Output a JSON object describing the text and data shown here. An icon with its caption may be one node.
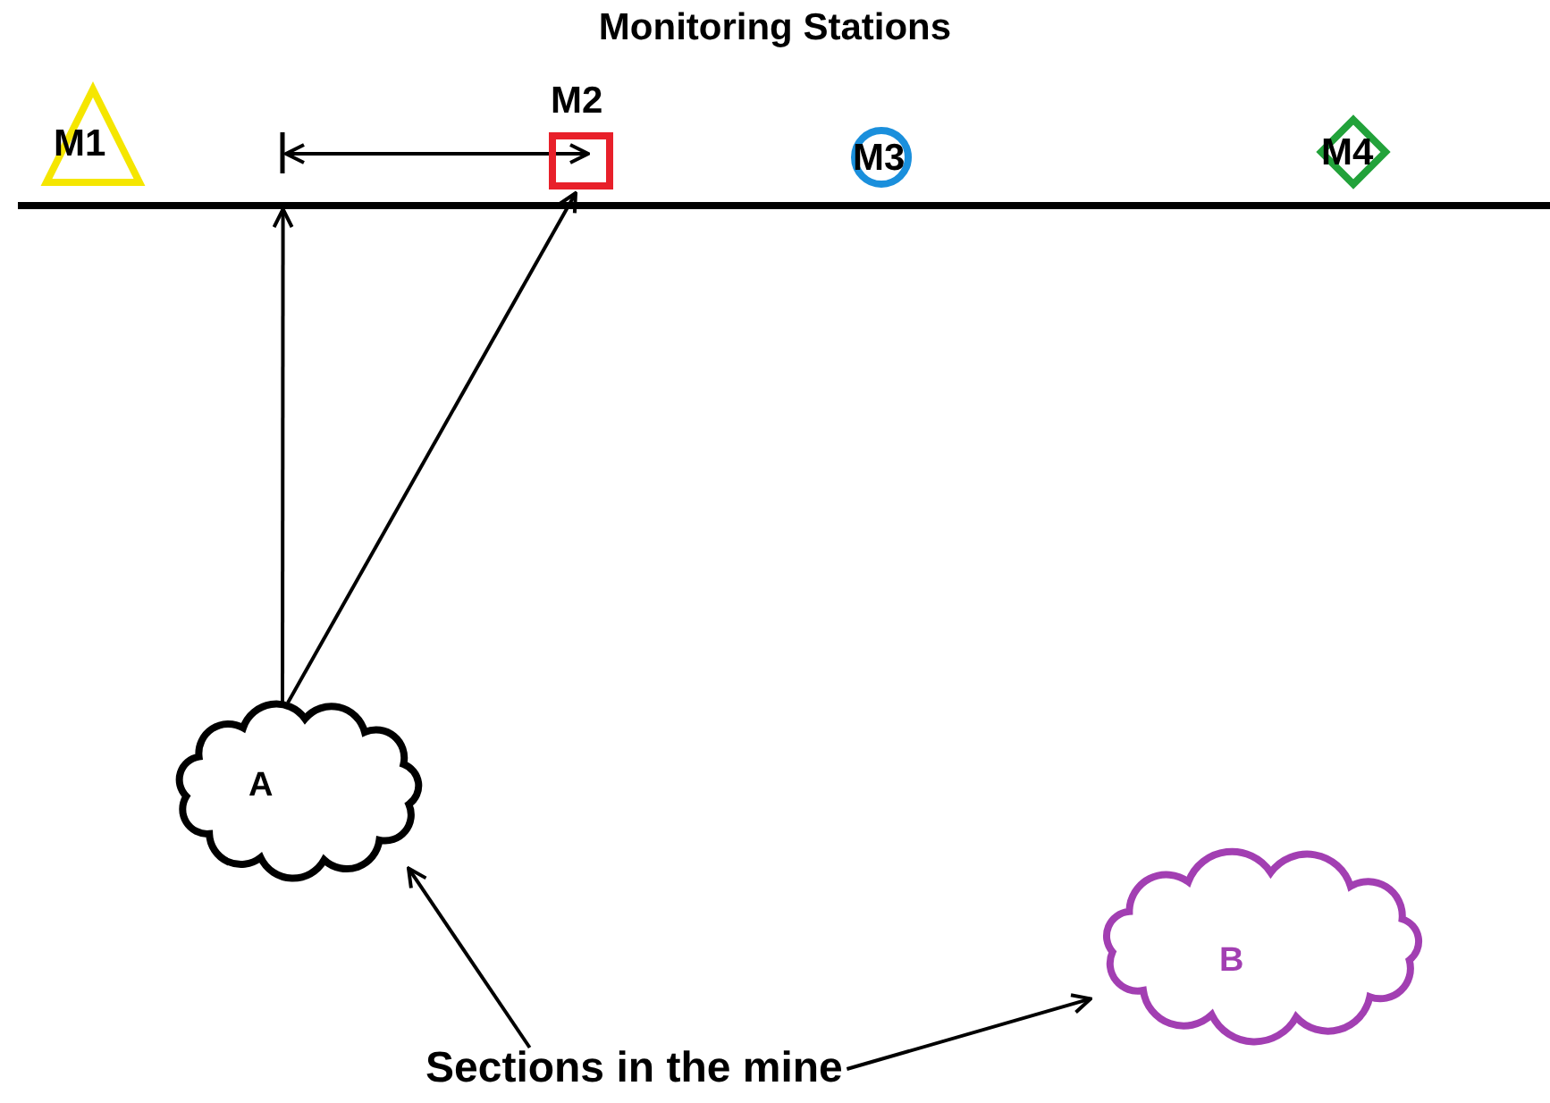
{
  "diagram": {
    "title": "Monitoring Stations",
    "nodes": [
      {
        "text": [
          "M1"
        ]
      },
      {
        "text": [
          "M2"
        ]
      },
      {
        "text": [
          "M3"
        ]
      },
      {
        "text": [
          "M4"
        ]
      },
      {
        "text": [],
        "shape": "bar"
      },
      {
        "text": [
          "A"
        ]
      },
      {
        "text": [
          "B"
        ]
      },
      {
        "text": [
          "Sections in the mine"
        ]
      }
    ],
    "edges": [
      {
        "from": 5,
        "to": 4,
        "arrow": "to"
      },
      {
        "from": 5,
        "to": 1,
        "arrow": "to"
      },
      {
        "from": 7,
        "to": 5,
        "arrow": "to"
      },
      {
        "from": 7,
        "to": 6,
        "arrow": "to"
      }
    ]
  }
}
